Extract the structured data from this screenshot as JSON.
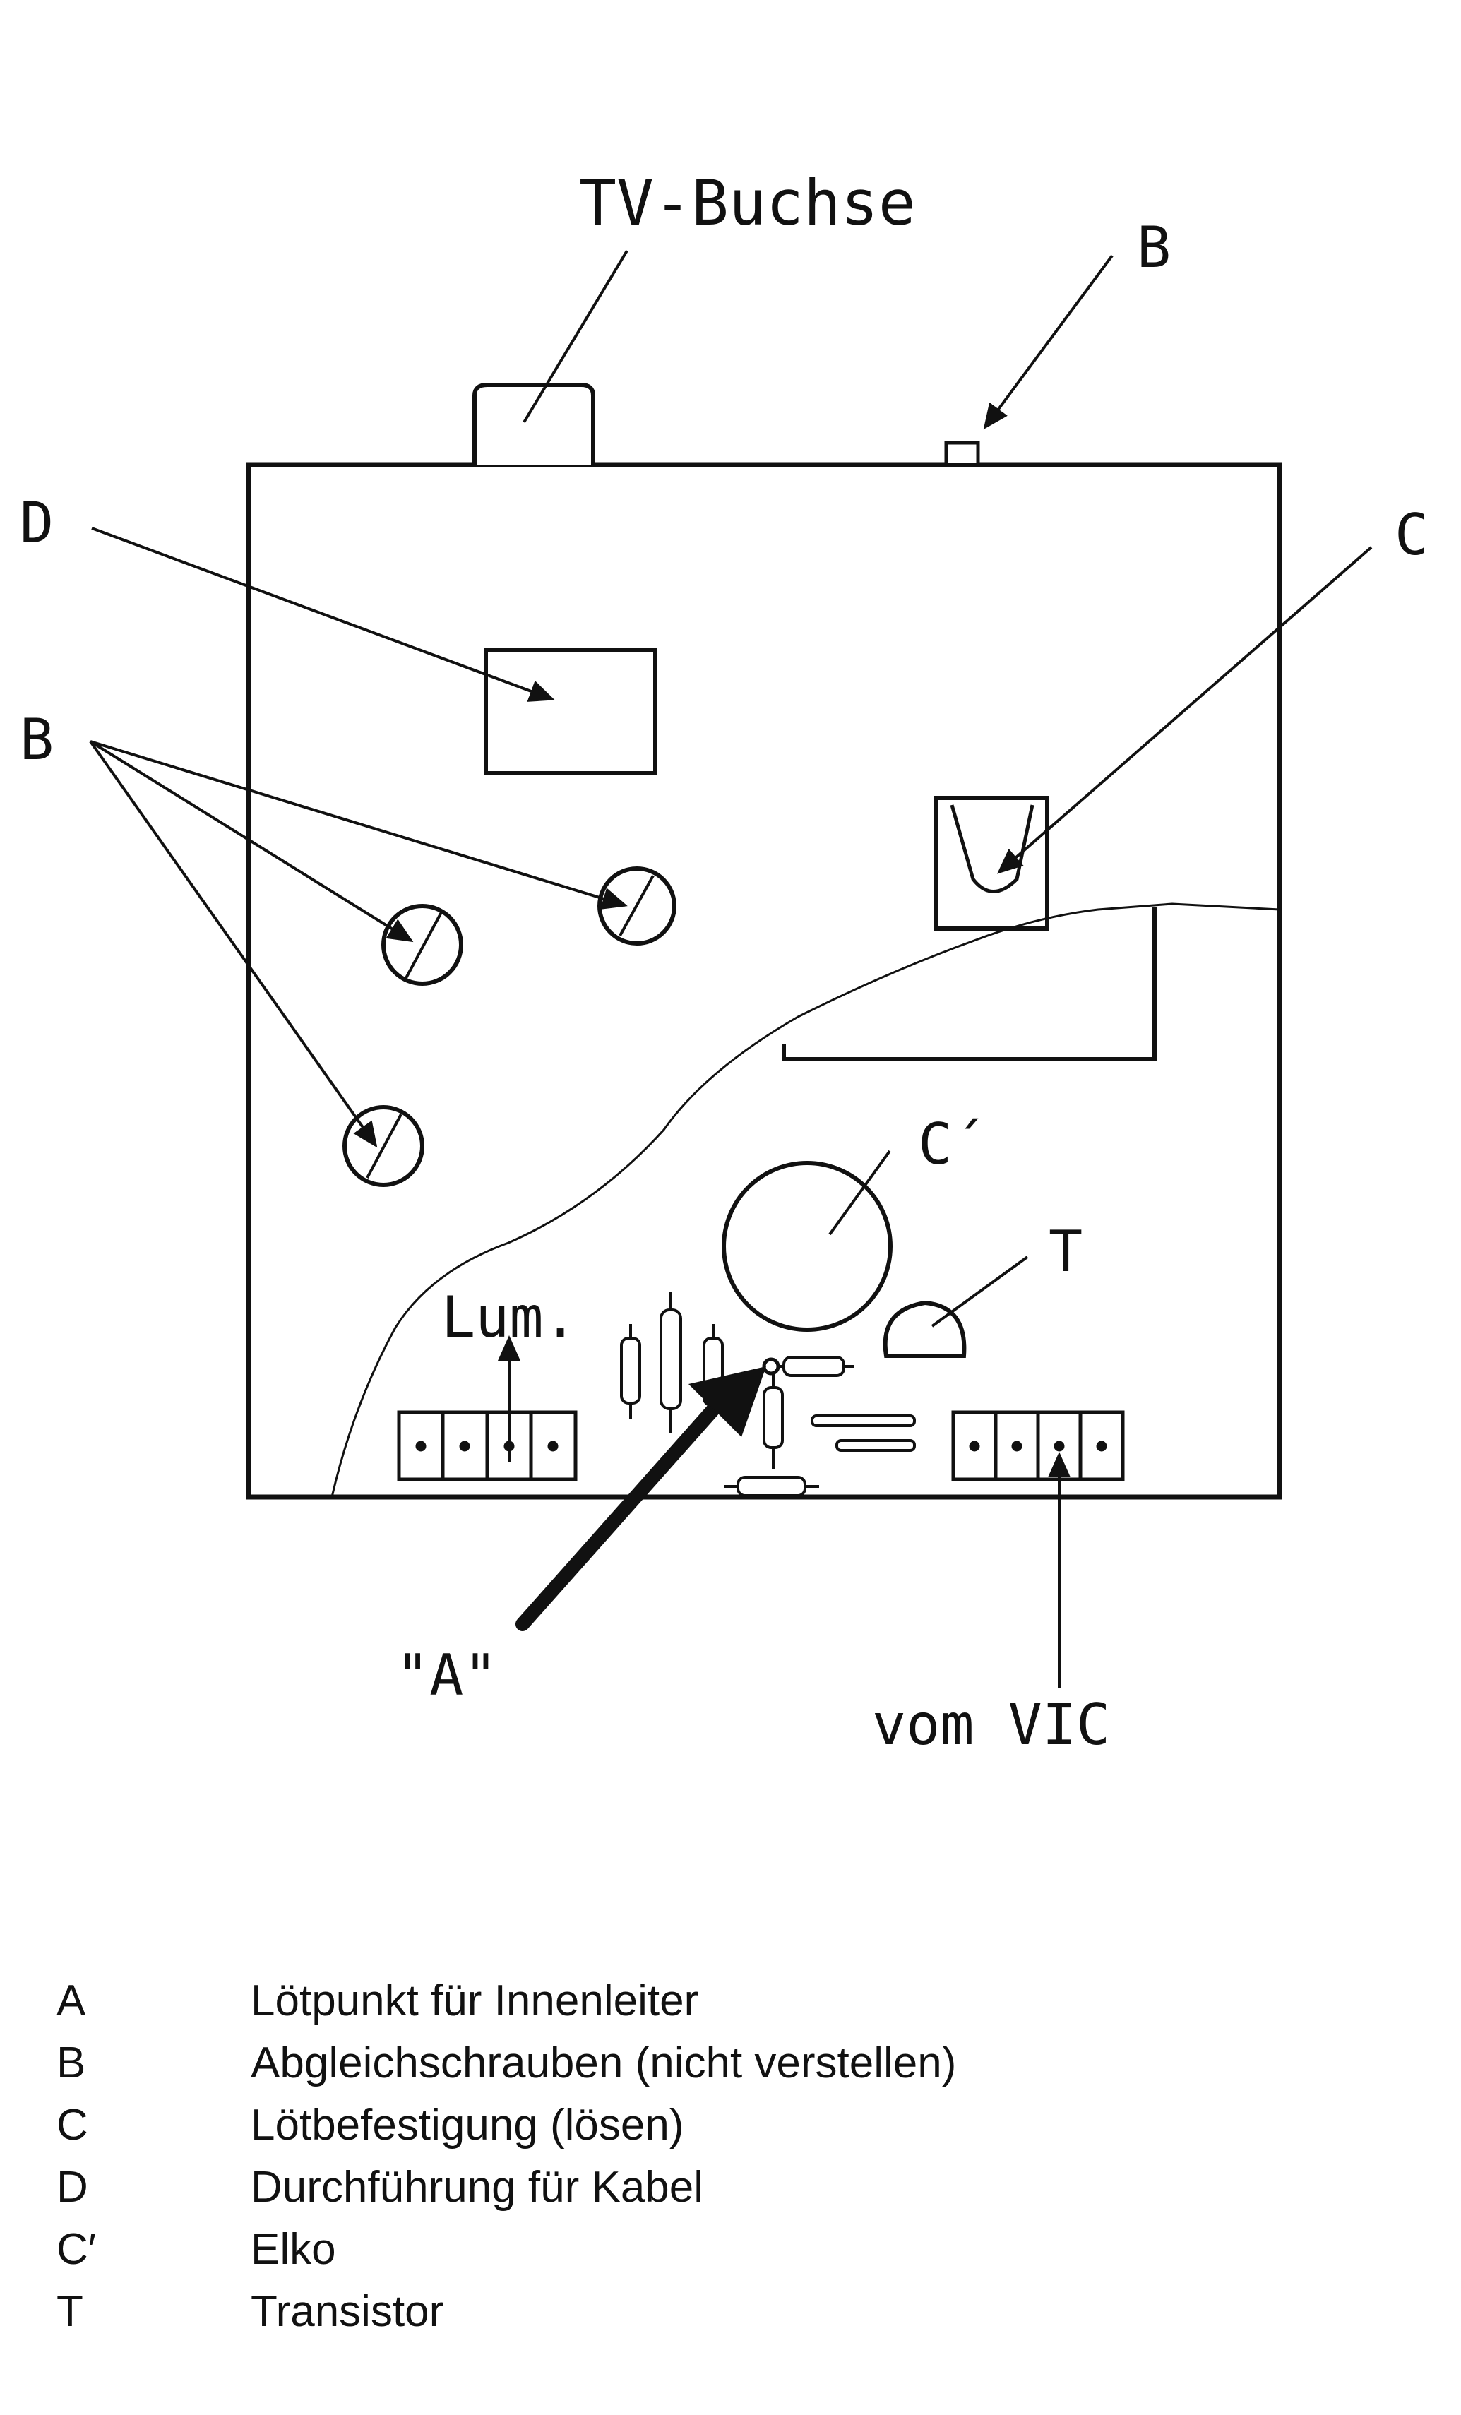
{
  "diagram": {
    "labels": {
      "tv_buchse": "TV-Buchse",
      "b_top": "B",
      "d": "D",
      "c": "C",
      "b_left": "B",
      "c_prime": "C´",
      "t": "T",
      "lum": "Lum.",
      "a_quoted": "\"A\"",
      "vom_vic": "vom VIC"
    }
  },
  "legend": [
    {
      "key": "A",
      "text": "Lötpunkt für Innenleiter"
    },
    {
      "key": "B",
      "text": "Abgleichschrauben (nicht verstellen)"
    },
    {
      "key": "C",
      "text": "Lötbefestigung (lösen)"
    },
    {
      "key": "D",
      "text": "Durchführung für Kabel"
    },
    {
      "key": "C′",
      "text": "Elko"
    },
    {
      "key": "T",
      "text": "Transistor"
    }
  ]
}
